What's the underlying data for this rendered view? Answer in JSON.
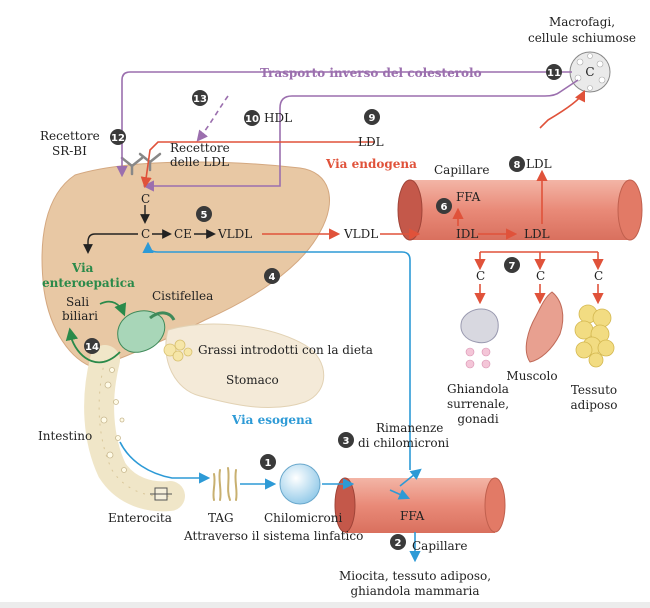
{
  "colors": {
    "reverse": "#9b6fae",
    "endogenous": "#e0523a",
    "exogenous": "#2d9ad6",
    "enterohepatic": "#2a8a4a",
    "liver": "#e8c8a4",
    "vessel": "#e98a78",
    "dark": "#222222",
    "badge": "#3a3a3a"
  },
  "labels": {
    "macrophages": [
      "Macrofagi,",
      "cellule schiumose"
    ],
    "reverse_transport": "Trasporto inverso del colesterolo",
    "hdl_top": "HDL",
    "ldl_top": "LDL",
    "sr_bi": [
      "Recettore",
      "SR-BI"
    ],
    "ldl_receptors": [
      "Recettore",
      "delle LDL"
    ],
    "endogenous": "Via endogena",
    "capillary_top": "Capillare",
    "ldl_right": "LDL",
    "ffa_top": "FFA",
    "c_upper": "C",
    "c_mid": "C",
    "ce": "CE",
    "vldl_liver": "VLDL",
    "vldl_vessel": "VLDL",
    "idl": "IDL",
    "ldl_vessel": "LDL",
    "c_t1": "C",
    "c_t2": "C",
    "c_t3": "C",
    "enterohepatic": [
      "Via",
      "enteroepatica"
    ],
    "bile_salts": [
      "Sali",
      "biliari"
    ],
    "gallbladder": "Cistifellea",
    "dietary_fats": "Grassi introdotti con la dieta",
    "stomach": "Stomaco",
    "adrenal": [
      "Ghiandola",
      "surrenale,",
      "gonadi"
    ],
    "muscle": "Muscolo",
    "adipose": [
      "Tessuto",
      "adiposo"
    ],
    "exogenous": "Via esogena",
    "remnants": [
      "Rimanenze",
      "di chilomicroni"
    ],
    "intestine": "Intestino",
    "enterocyte": "Enterocita",
    "tag": "TAG",
    "chylomicrons": "Chilomicroni",
    "lymph": "Attraverso il sistema linfatico",
    "ffa_bottom": "FFA",
    "capillary_bottom": "Capillare",
    "targets_bottom": [
      "Miocita, tessuto adiposo,",
      "ghiandola mammaria"
    ],
    "macrophage_c": "C"
  },
  "badges": [
    "1",
    "2",
    "3",
    "4",
    "5",
    "6",
    "7",
    "8",
    "9",
    "10",
    "11",
    "12",
    "13",
    "14"
  ]
}
